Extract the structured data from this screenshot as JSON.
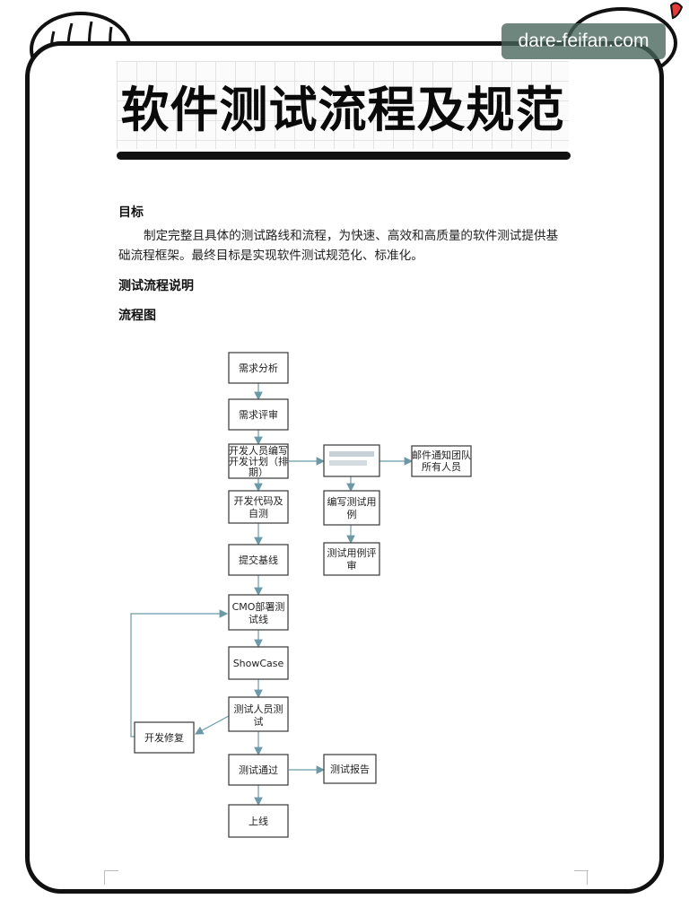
{
  "watermark": "dare-feifan.com",
  "title": "软件测试流程及规范",
  "section_goal": {
    "heading": "目标",
    "paragraph": "制定完整且具体的测试路线和流程，为快速、高效和高质量的软件测试提供基础流程框架。最终目标是实现软件测试规范化、标准化。"
  },
  "section_process": {
    "heading": "测试流程说明"
  },
  "section_flowchart": {
    "heading": "流程图"
  },
  "flowchart": {
    "n1": "需求分析",
    "n2": "需求评审",
    "n3": [
      "开发人员编写",
      "开发计划（排",
      "期）"
    ],
    "n4": [
      "开发代码及",
      "自测"
    ],
    "n5": "提交基线",
    "n6": [
      "CMO部署测",
      "试线"
    ],
    "n7": "ShowCase",
    "n8": [
      "测试人员测",
      "试"
    ],
    "n9": "测试通过",
    "n10": "上线",
    "n11": "开发修复",
    "n12": [
      "编写测试用",
      "例"
    ],
    "n13": [
      "测试用例评",
      "审"
    ],
    "n14": [
      "邮件通知团队",
      "所有人员"
    ],
    "n15": "测试报告"
  },
  "colors": {
    "edge": "#6b9aa6",
    "border": "#111111",
    "watermark_bg": "#46645a"
  }
}
